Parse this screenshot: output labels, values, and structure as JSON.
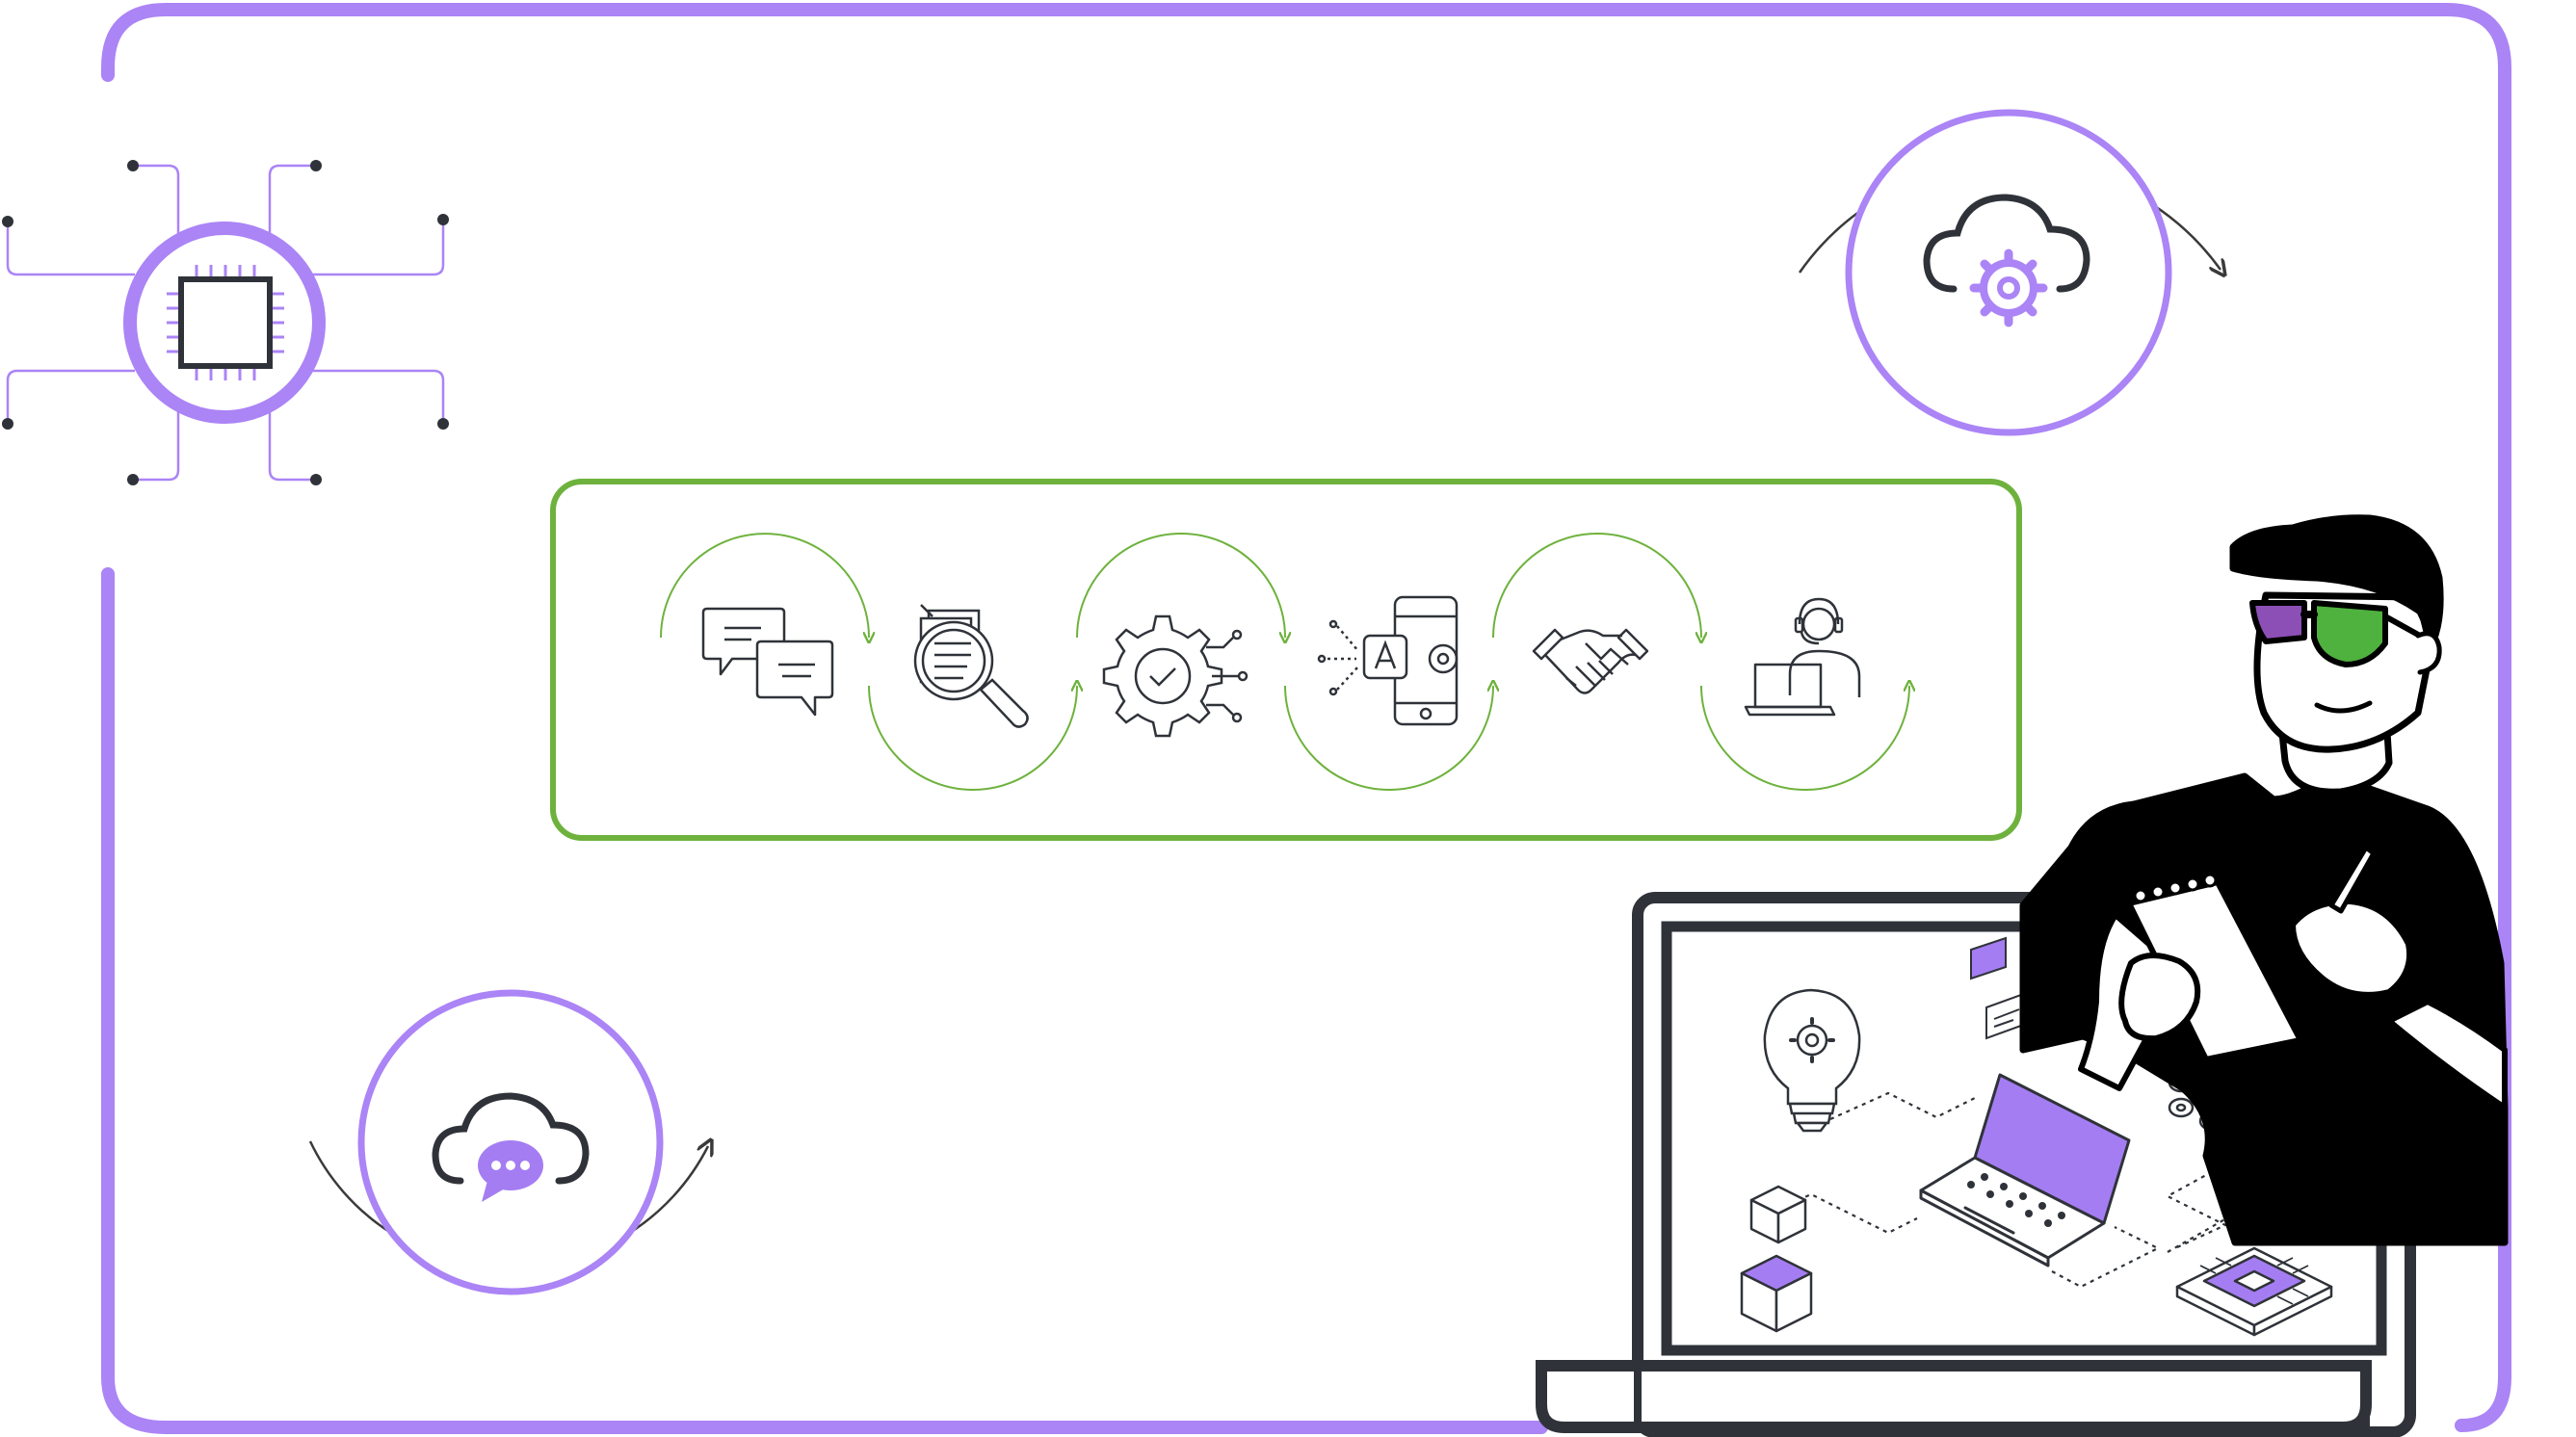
{
  "colors": {
    "purple": "#ab84f6",
    "purple_fill": "#a57df2",
    "green": "#6eb23d",
    "dark": "#2f3339",
    "line_gray": "#3a3a3a",
    "white": "#ffffff",
    "lens_purple": "#8c4fb6",
    "lens_green": "#4fb13e"
  },
  "illustration": {
    "frame": {
      "shape": "rounded-rectangle",
      "color_role": "purple"
    },
    "chip_circuit": {
      "icon": "chip-icon",
      "color_role": "purple"
    },
    "cloud_settings": {
      "icon": "cloud-gear-icon",
      "rotation_arrow": "clockwise"
    },
    "cloud_chat": {
      "icon": "cloud-chat-icon",
      "rotation_arrow": "counterclockwise"
    },
    "process_flow": {
      "steps": [
        {
          "icon": "chat-bubbles-icon"
        },
        {
          "icon": "document-search-icon"
        },
        {
          "icon": "gear-check-icon"
        },
        {
          "icon": "mobile-ai-icon"
        },
        {
          "icon": "handshake-icon"
        },
        {
          "icon": "support-agent-icon"
        }
      ],
      "connector": "alternating-arcs"
    },
    "laptop": {
      "screen_items": [
        "lightbulb-gear-icon",
        "chat-cards-icon",
        "laptop-icon",
        "cubes-icon",
        "chip-platform-icon",
        "gears-stack-icon"
      ]
    },
    "person": {
      "holding": "notepad-and-pen",
      "glasses": "3d-glasses"
    }
  }
}
